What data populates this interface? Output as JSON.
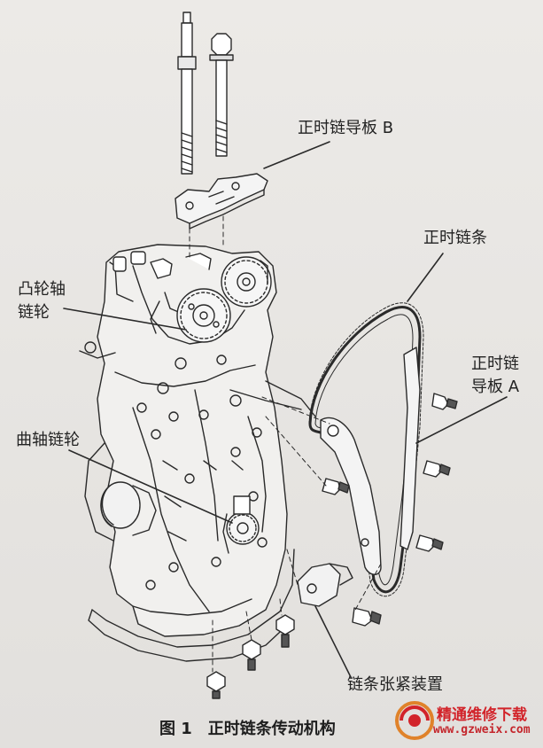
{
  "labels": {
    "guide_b": "正时链导板 B",
    "chain": "正时链条",
    "cam_sprocket_1": "凸轮轴",
    "cam_sprocket_2": "链轮",
    "guide_a_1": "正时链",
    "guide_a_2": "导板 A",
    "crank_sprocket": "曲轴链轮",
    "tensioner": "链条张紧装置"
  },
  "caption": {
    "figure_no": "图 1",
    "title": "正时链条传动机构"
  },
  "watermark": {
    "title": "精通维修下载",
    "url": "www.gzweix.com",
    "color": "#d2232a"
  }
}
